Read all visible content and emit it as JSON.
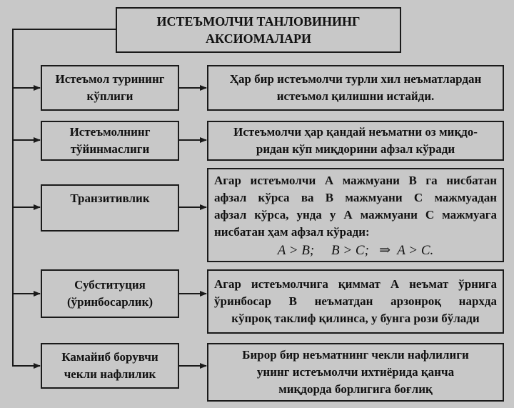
{
  "title": {
    "line1": "ИСТЕЪМОЛЧИ ТАНЛОВИНИНГ",
    "line2": "АКСИОМАЛАРИ"
  },
  "rows": [
    {
      "axiom": [
        "Истеъмол турининг",
        "кўплиги"
      ],
      "desc": [
        "Ҳар бир истеъмолчи турли хил неъматлардан",
        "истеъмол қилишни истайди."
      ]
    },
    {
      "axiom": [
        "Истеъмолнинг",
        "тўйинмаслиги"
      ],
      "desc": [
        "Истеъмолчи ҳар қандай неъматни оз миқдо-",
        "ридан кўп миқдорини афзал кўради"
      ]
    },
    {
      "axiom": [
        "Транзитивлик"
      ],
      "desc": [
        "Агар истеъмолчи А мажмуани В га нисбатан",
        "афзал кўрса ва В мажмуани С мажмуадан",
        "афзал кўрса, унда у А мажмуани С мажмуага",
        "нисбатан ҳам афзал кўради:"
      ],
      "formula": "A > B;     B > C;   ⇒  A > C."
    },
    {
      "axiom": [
        "Субституция",
        "(ўринбосарлик)"
      ],
      "desc": [
        "Агар истеъмолчига қиммат А неъмат ўрнига",
        "ўринбосар В неъматдан арзонроқ нархда",
        "кўпроқ таклиф қилинса, у бунга рози бўлади"
      ]
    },
    {
      "axiom": [
        "Камайиб борувчи",
        "чекли нафлилик"
      ],
      "desc": [
        "Бирор бир неъматнинг чекли нафлилиги",
        "унинг истеъмолчи ихтиёрида қанча",
        "миқдорда борлигига боғлиқ"
      ]
    }
  ]
}
